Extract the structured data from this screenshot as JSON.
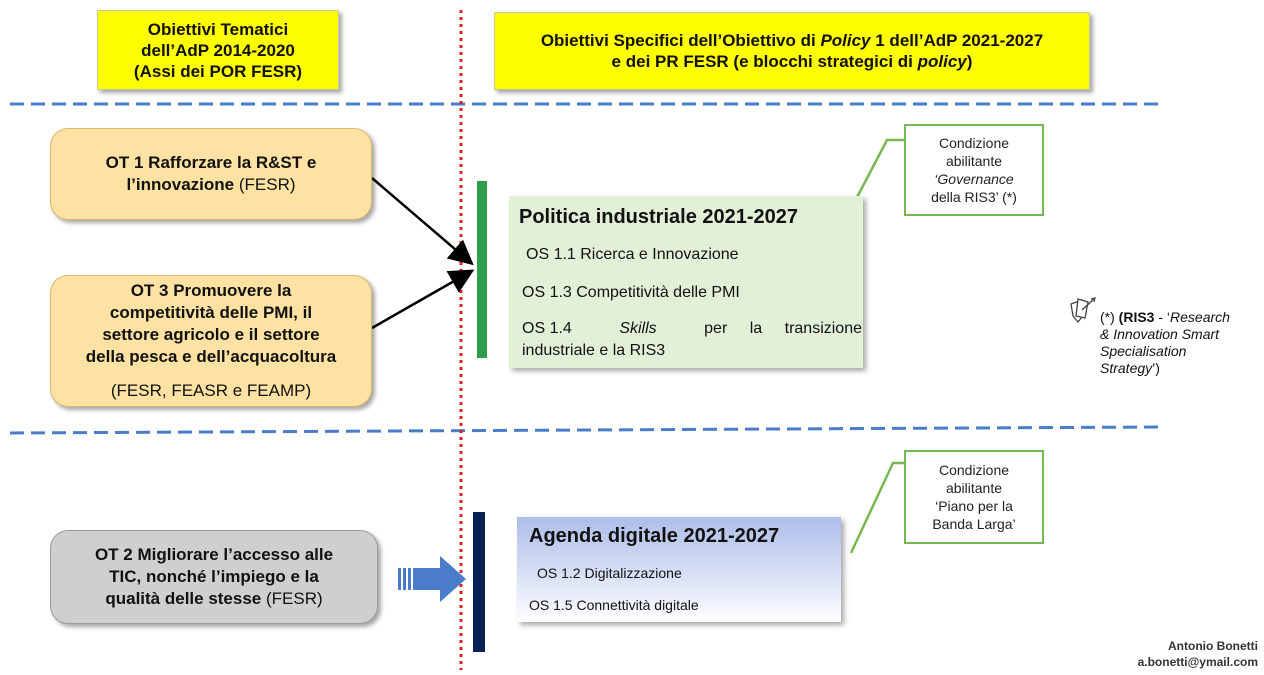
{
  "headers": {
    "left": [
      "Obiettivi Tematici",
      "dell’AdP 2014-2020",
      "(Assi dei POR FESR)"
    ],
    "right_line1_a": "Obiettivi Specifici dell’Obiettivo di ",
    "right_line1_em": "Policy",
    "right_line1_b": " 1 dell’AdP 2021-2027",
    "right_line2_a": "e dei PR FESR (e blocchi strategici di ",
    "right_line2_em": "policy",
    "right_line2_b": ")"
  },
  "ot_boxes": {
    "ot1": {
      "bold": [
        "OT 1 Rafforzare la R&ST e",
        "l’innovazione"
      ],
      "tail": " (FESR)"
    },
    "ot3": {
      "bold": [
        "OT 3 Promuovere la",
        "competitività delle PMI, il",
        "settore agricolo e il settore",
        "della pesca e dell’acquacoltura"
      ],
      "funds": "(FESR, FEASR e FEAMP)"
    },
    "ot2": {
      "bold": [
        "OT 2 Migliorare l’accesso alle",
        "TIC, nonché l’impiego e la",
        "qualità delle stesse"
      ],
      "tail": " (FESR)"
    }
  },
  "politica": {
    "title": "Politica industriale 2021-2027",
    "os11": "OS 1.1 Ricerca e Innovazione",
    "os13": "OS 1.3 Competitività delle PMI",
    "os14_a": "OS 1.4 ",
    "os14_em": "Skills",
    "os14_b": " per la transizione",
    "os14_line2": "industriale e la RIS3"
  },
  "agenda": {
    "title": "Agenda digitale 2021-2027",
    "os12": "OS 1.2 Digitalizzazione",
    "os15": "OS 1.5 Connettività  digitale"
  },
  "conditions": {
    "c1": {
      "l1": "Condizione",
      "l2": "abilitante",
      "l3_em": "‘Governance",
      "l4": "della RIS3’ (*)"
    },
    "c2": {
      "l1": "Condizione",
      "l2": "abilitante",
      "l3": "‘Piano per la",
      "l4": "Banda Larga’"
    }
  },
  "note": {
    "prefix": "(*) ",
    "bold": "(RIS3",
    "dash": " - ‘",
    "em1": "Research",
    "em2": "& Innovation Smart",
    "em3": "Specialisation",
    "em4": "Strategy",
    "close": "’)"
  },
  "author": {
    "name": "Antonio Bonetti",
    "email": "a.bonetti@ymail.com"
  },
  "colors": {
    "header_yellow": "#ffff00",
    "ot_orange": "#fde2a3",
    "ot_gray": "#cfcfcf",
    "green_bar": "#2e9e4a",
    "navy_bar": "#0b2257",
    "red_divider": "#e02020",
    "blue_dash": "#4a7cc9",
    "cond_border": "#76b852"
  },
  "icons": [
    "note-icon",
    "block-arrow-icon"
  ]
}
